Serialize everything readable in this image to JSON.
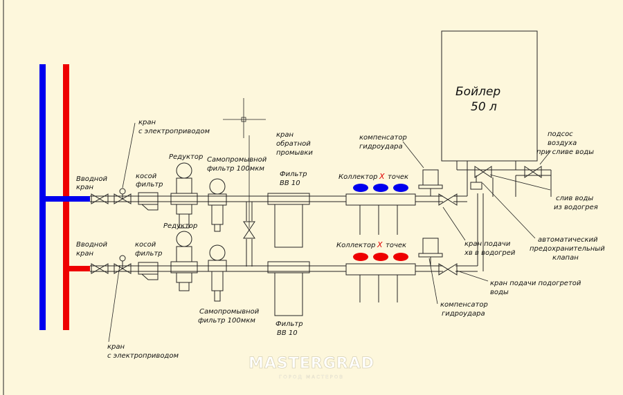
{
  "colors": {
    "cold": "#0000ee",
    "hot": "#ee0000",
    "background": "#fdf7dc",
    "line": "#222222"
  },
  "labels": {
    "boiler_line1": "Бойлер",
    "boiler_line2": "50  л",
    "valve_electro_top_1": "кран",
    "valve_electro_top_2": "с электроприводом",
    "inlet_top_1": "Вводной",
    "inlet_top_2": "кран",
    "inlet_bottom_1": "Вводной",
    "inlet_bottom_2": "кран",
    "kosoy_top_1": "косой",
    "kosoy_top_2": "фильтр",
    "kosoy_bottom_1": "косой",
    "kosoy_bottom_2": "фильтр",
    "reducer_top": "Редуктор",
    "reducer_bottom": "Редуктор",
    "selfclean_top_1": "Самопромывной",
    "selfclean_top_2": "фильтр 100мкм",
    "selfclean_bottom_1": "Самопромывной",
    "selfclean_bottom_2": "фильтр 100мкм",
    "backflush_1": "кран",
    "backflush_2": "обратной",
    "backflush_3": "промывки",
    "filter_top_1": "Фильтр",
    "filter_top_2": "ВВ 10",
    "filter_bottom_1": "Фильтр",
    "filter_bottom_2": "ВВ 10",
    "comp_top_1": "компенсатор",
    "comp_top_2": "гидроудара",
    "comp_bottom_1": "компенсатор",
    "comp_bottom_2": "гидроудара",
    "collector_top_a": "Коллектор",
    "collector_top_x": "X",
    "collector_top_b": "точек",
    "collector_bottom_a": "Коллектор",
    "collector_bottom_x": "X",
    "collector_bottom_b": "точек",
    "air_1": "подсос",
    "air_2": "воздуха",
    "air_3": "при сливе воды",
    "drain_1": "слив воды",
    "drain_2": "из водогрея",
    "safety_1": "автоматический",
    "safety_2": "предохранительный",
    "safety_3": "клапан",
    "feed_cold_1": "кран подачи",
    "feed_cold_2": "хв в водогрей",
    "feed_hot_1": "кран подачи подогретой",
    "feed_hot_2": "воды",
    "valve_electro_bottom_1": "кран",
    "valve_electro_bottom_2": "с электроприводом"
  },
  "watermark": {
    "main": "MASTERGRAD",
    "sub": "ГОРОД МАСТЕРОВ"
  }
}
